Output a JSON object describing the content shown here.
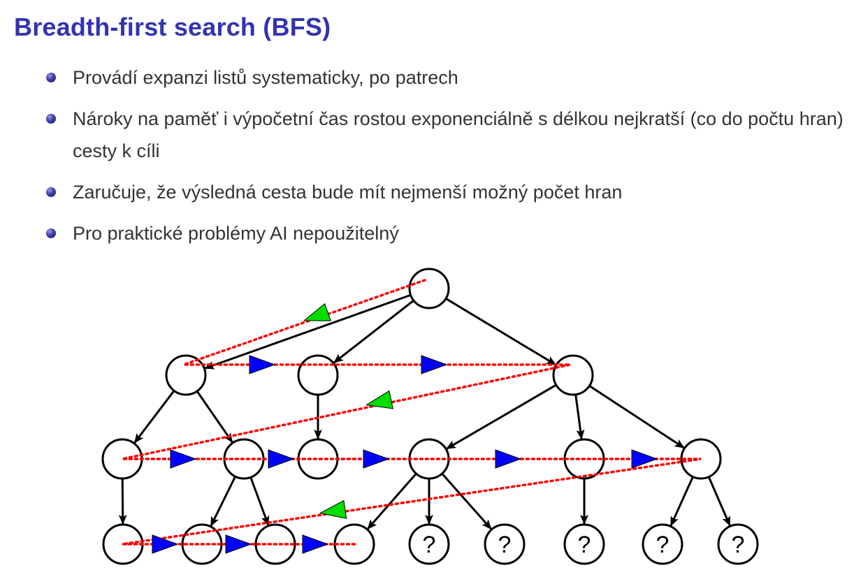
{
  "slide": {
    "title": "Breadth-first search (BFS)",
    "bullets": [
      "Provádí expanzi listů systematicky, po patrech",
      "Nároky na paměť i výpočetní čas rostou exponenciálně s délkou nejkratší (co do počtu hran) cesty k cíli",
      "Zaručuje, že výsledná cesta bude mít nejmenší možný počet hran",
      "Pro praktické problémy AI nepoužitelný"
    ]
  },
  "diagram": {
    "colors": {
      "title": "#3333b2",
      "text": "#333333",
      "edge": "#000000",
      "traversal": "#ff0000",
      "forward_marker": "#0000ff",
      "return_marker": "#00dd00"
    },
    "unknown_label": "?",
    "nodes": [
      {
        "id": "root",
        "level": 0,
        "label": ""
      },
      {
        "id": "a",
        "level": 1,
        "label": ""
      },
      {
        "id": "b",
        "level": 1,
        "label": ""
      },
      {
        "id": "c",
        "level": 1,
        "label": ""
      },
      {
        "id": "a1",
        "level": 2,
        "label": ""
      },
      {
        "id": "a2",
        "level": 2,
        "label": ""
      },
      {
        "id": "b1",
        "level": 2,
        "label": ""
      },
      {
        "id": "c1",
        "level": 2,
        "label": ""
      },
      {
        "id": "c2",
        "level": 2,
        "label": ""
      },
      {
        "id": "c3",
        "level": 2,
        "label": ""
      },
      {
        "id": "a1x",
        "level": 3,
        "label": ""
      },
      {
        "id": "a2x",
        "level": 3,
        "label": ""
      },
      {
        "id": "a2y",
        "level": 3,
        "label": ""
      },
      {
        "id": "c1x",
        "level": 3,
        "label": ""
      },
      {
        "id": "c1y",
        "level": 3,
        "label": "?"
      },
      {
        "id": "c1z",
        "level": 3,
        "label": "?"
      },
      {
        "id": "c2x",
        "level": 3,
        "label": "?"
      },
      {
        "id": "c3x",
        "level": 3,
        "label": "?"
      },
      {
        "id": "c3y",
        "level": 3,
        "label": "?"
      }
    ],
    "edges": [
      [
        "root",
        "a"
      ],
      [
        "root",
        "b"
      ],
      [
        "root",
        "c"
      ],
      [
        "a",
        "a1"
      ],
      [
        "a",
        "a2"
      ],
      [
        "b",
        "b1"
      ],
      [
        "c",
        "c1"
      ],
      [
        "c",
        "c2"
      ],
      [
        "c",
        "c3"
      ],
      [
        "a1",
        "a1x"
      ],
      [
        "a2",
        "a2x"
      ],
      [
        "a2",
        "a2y"
      ],
      [
        "c1",
        "c1x"
      ],
      [
        "c1",
        "c1y"
      ],
      [
        "c1",
        "c1z"
      ],
      [
        "c2",
        "c2x"
      ],
      [
        "c3",
        "c3x"
      ],
      [
        "c3",
        "c3y"
      ]
    ]
  }
}
